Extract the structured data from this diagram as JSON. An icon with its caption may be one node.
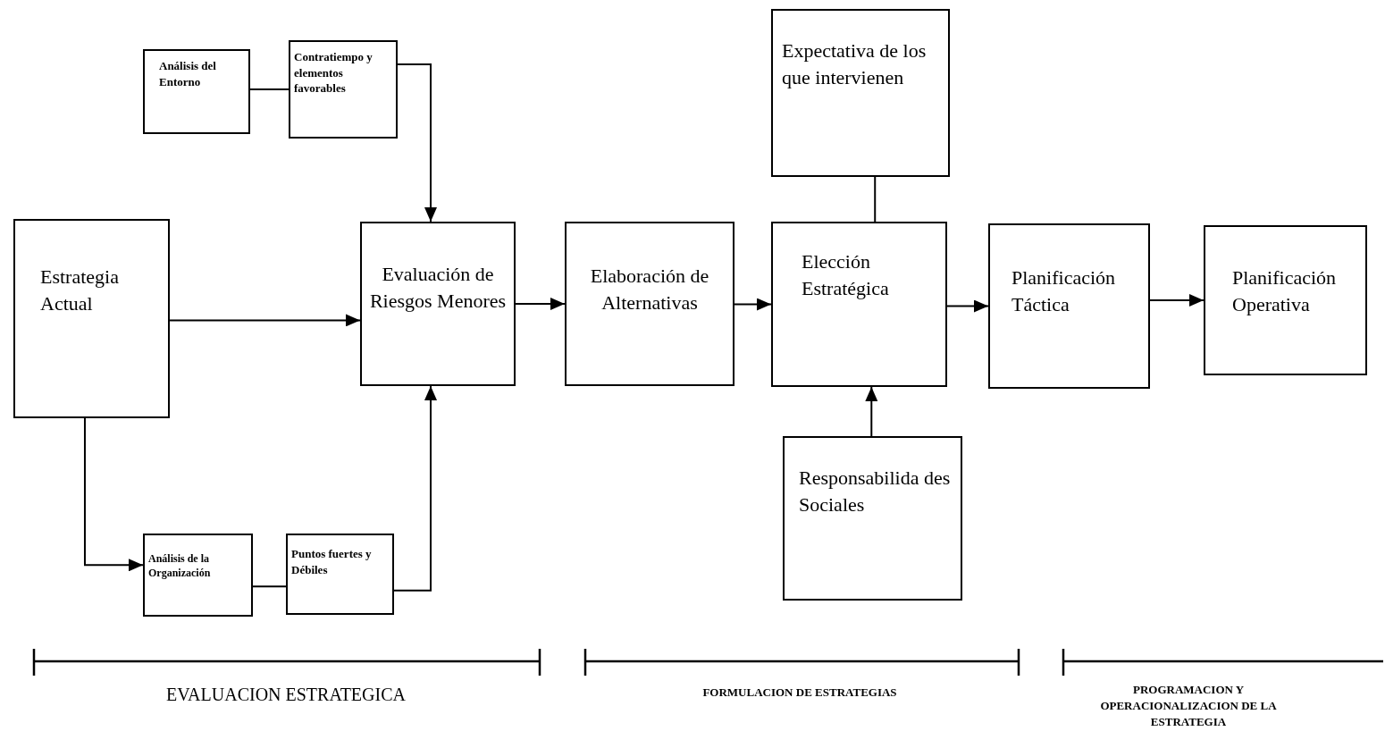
{
  "diagram": {
    "nodes": [
      {
        "text": [
          "Estrategia Actual"
        ]
      },
      {
        "text": [
          "Análisis del Entorno"
        ]
      },
      {
        "text": [
          "Contratiempo y elementos favorables"
        ]
      },
      {
        "text": [
          "Evaluación de Riesgos Menores"
        ]
      },
      {
        "text": [
          "Análisis de la Organización"
        ]
      },
      {
        "text": [
          "Puntos fuertes y Débiles"
        ]
      },
      {
        "text": [
          "Elaboración de Alternativas"
        ]
      },
      {
        "text": [
          "Expectativa de los que intervienen"
        ]
      },
      {
        "text": [
          "Elección Estratégica"
        ]
      },
      {
        "text": [
          "Responsabilida des Sociales"
        ]
      },
      {
        "text": [
          "Planificación Táctica"
        ]
      },
      {
        "text": [
          "Planificación Operativa"
        ]
      }
    ],
    "edges": [
      {
        "from": 0,
        "to": 3,
        "arrow": "to"
      },
      {
        "from": 1,
        "to": 2,
        "arrow": "none"
      },
      {
        "from": 2,
        "to": 3,
        "arrow": "to"
      },
      {
        "from": 0,
        "to": 4,
        "arrow": "to"
      },
      {
        "from": 4,
        "to": 5,
        "arrow": "none"
      },
      {
        "from": 5,
        "to": 3,
        "arrow": "to"
      },
      {
        "from": 3,
        "to": 6,
        "arrow": "to"
      },
      {
        "from": 6,
        "to": 8,
        "arrow": "to"
      },
      {
        "from": 7,
        "to": 8,
        "arrow": "none"
      },
      {
        "from": 9,
        "to": 8,
        "arrow": "to"
      },
      {
        "from": 8,
        "to": 10,
        "arrow": "to"
      },
      {
        "from": 10,
        "to": 11,
        "arrow": "to"
      }
    ],
    "labels": [
      "EVALUACION ESTRATEGICA",
      "FORMULACION DE ESTRATEGIAS",
      "PROGRAMACION Y OPERACIONALIZACION DE LA ESTRATEGIA"
    ]
  }
}
